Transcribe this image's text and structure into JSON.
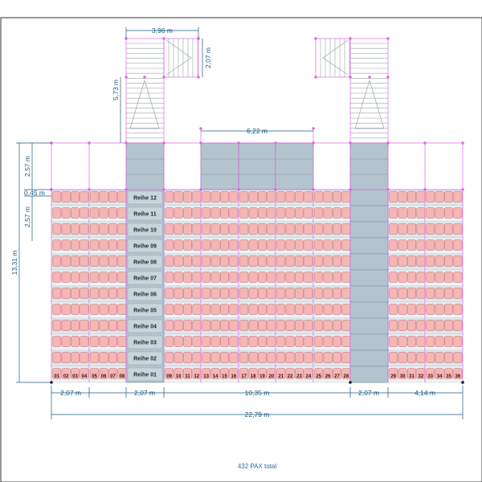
{
  "dimensions": {
    "stair_width": "3,96 m",
    "stair_landing_depth": "2,07 m",
    "stair_length": "5,73 m",
    "upper_section_width": "6,22 m",
    "left_height_upper": "2,57 m",
    "left_gap": "0,45 m",
    "left_height_lower": "2,57 m",
    "total_height": "13,31 m",
    "bottom_seg_1": "2,07 m",
    "bottom_seg_2": "2,07 m",
    "bottom_seg_3": "10,35 m",
    "bottom_seg_4": "2,07 m",
    "bottom_seg_5": "4,14 m",
    "total_width": "22,79 m"
  },
  "rows": [
    "Reihe 12",
    "Reihe 11",
    "Reihe 10",
    "Reihe 09",
    "Reihe 08",
    "Reihe 07",
    "Reihe 06",
    "Reihe 05",
    "Reihe 04",
    "Reihe 03",
    "Reihe 02",
    "Reihe 01"
  ],
  "seat_numbers": [
    "01",
    "02",
    "03",
    "04",
    "05",
    "06",
    "07",
    "08",
    "09",
    "10",
    "11",
    "12",
    "13",
    "14",
    "15",
    "16",
    "17",
    "18",
    "19",
    "20",
    "21",
    "22",
    "23",
    "24",
    "25",
    "26",
    "27",
    "28",
    "29",
    "30",
    "31",
    "32",
    "33",
    "34",
    "35",
    "36"
  ],
  "total_label": "432 PAX total",
  "colors": {
    "seat_fill": "#f4b6b6",
    "seat_stroke": "#c46a6a",
    "aisle_fill": "#b4c4ce",
    "guide_line": "#e066e0",
    "dimension": "#1a5a80",
    "row_band": "#dfe6eb"
  }
}
